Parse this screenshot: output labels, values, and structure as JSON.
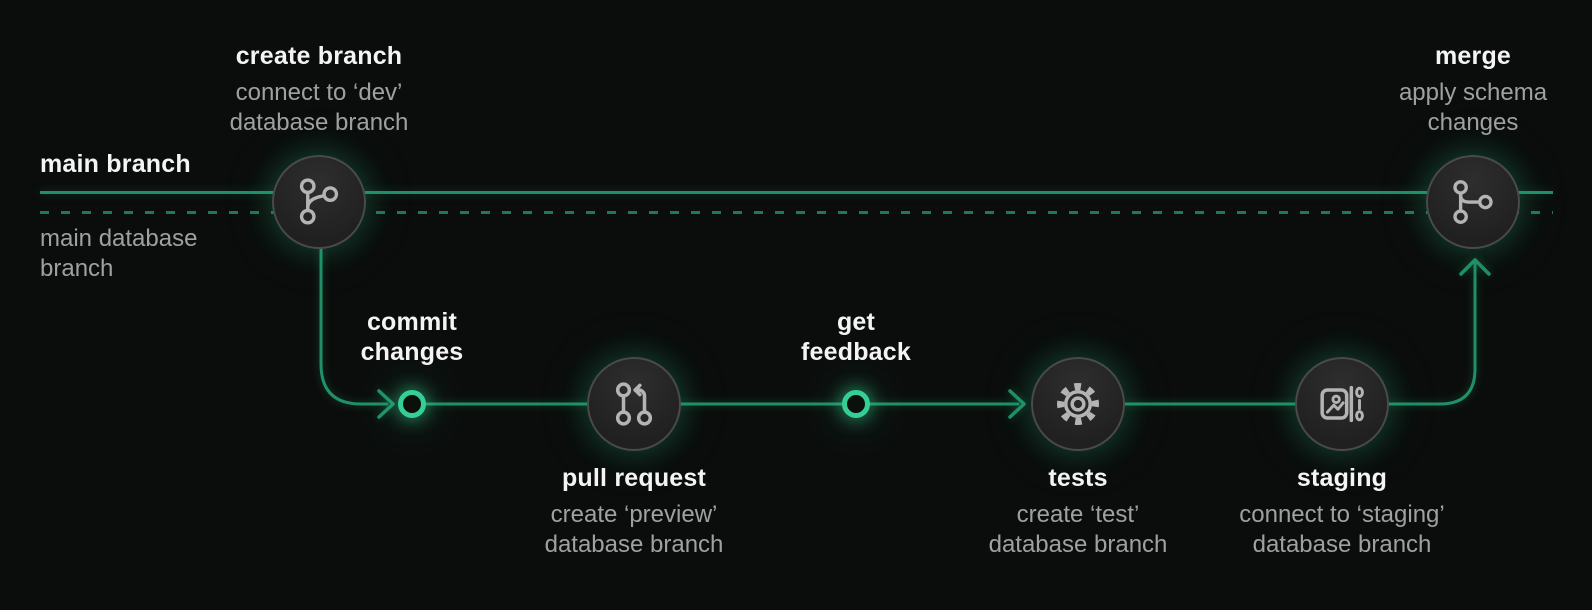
{
  "colors": {
    "background": "#0b0d0c",
    "solid_line": "#209067",
    "dashed_line": "#1b7b57",
    "ring": "#35cf96",
    "node_fill": "#272727",
    "node_border": "#4a4a4a",
    "icon_stroke": "#b4b4b4",
    "title": "#f4f4f4",
    "subtitle": "#9fa1a0"
  },
  "lanes": {
    "main_branch": {
      "label": "main branch"
    },
    "main_database_branch": {
      "label_line1": "main database",
      "label_line2": "branch"
    }
  },
  "nodes": {
    "create_branch": {
      "title": "create branch",
      "subtitle_line1": "connect to ‘dev’",
      "subtitle_line2": "database branch",
      "icon": "git-branch-icon"
    },
    "commit_changes": {
      "title_line1": "commit",
      "title_line2": "changes",
      "marker": "milestone-ring"
    },
    "pull_request": {
      "title": "pull request",
      "subtitle_line1": "create ‘preview’",
      "subtitle_line2": "database branch",
      "icon": "git-pull-request-icon"
    },
    "get_feedback": {
      "title_line1": "get",
      "title_line2": "feedback",
      "marker": "milestone-ring"
    },
    "tests": {
      "title": "tests",
      "subtitle_line1": "create ‘test’",
      "subtitle_line2": "database branch",
      "icon": "gear-icon"
    },
    "staging": {
      "title": "staging",
      "subtitle_line1": "connect to ‘staging’",
      "subtitle_line2": "database branch",
      "icon": "image-to-binary-icon"
    },
    "merge": {
      "title": "merge",
      "subtitle_line1": "apply schema",
      "subtitle_line2": "changes",
      "icon": "git-merge-icon"
    }
  }
}
